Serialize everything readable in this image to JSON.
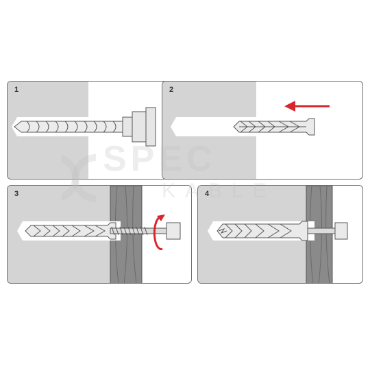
{
  "steps": [
    {
      "number": "1",
      "action": "drill"
    },
    {
      "number": "2",
      "action": "insert-plug"
    },
    {
      "number": "3",
      "action": "drive-screw"
    },
    {
      "number": "4",
      "action": "fixed"
    }
  ],
  "watermark": {
    "line1": "SPEC",
    "line2": "KABLE"
  },
  "colors": {
    "wall": "#d4d4d4",
    "board": "#8a8a8a",
    "plug": "#eaeaea",
    "outline": "#555555",
    "arrow": "#d9262c"
  }
}
